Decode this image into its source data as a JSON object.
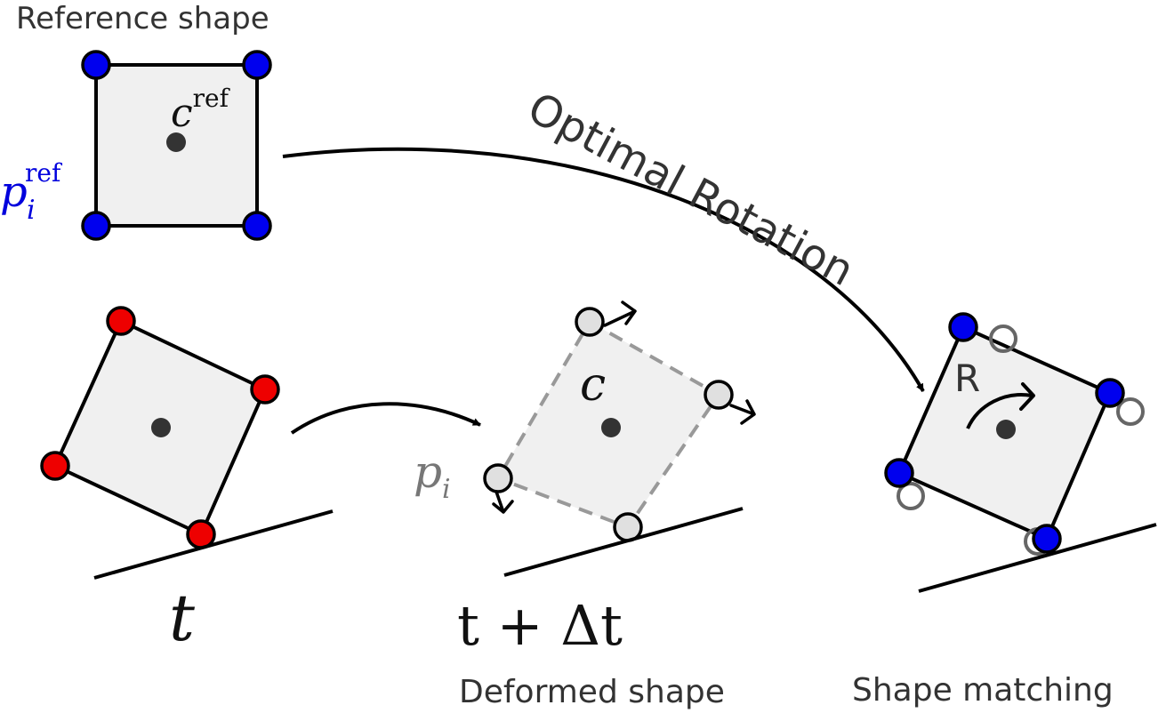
{
  "labels": {
    "reference_shape": "Reference shape",
    "optimal_rotation": "Optimal Rotation",
    "deformed_shape": "Deformed shape",
    "shape_matching": "Shape matching",
    "rotation": "R"
  },
  "math": {
    "c_ref_base": "c",
    "c_ref_sup": "ref",
    "p_ref_base": "p",
    "p_ref_sub": "i",
    "p_ref_sup": "ref",
    "time_t": "t",
    "time_t_dt": "t + Δt",
    "c_def": "c",
    "p_def_base": "p",
    "p_def_sub": "i"
  },
  "colors": {
    "reference_vertex": "#0000ee",
    "initial_vertex": "#ee0000",
    "deformed_vertex": "#e0e0e0",
    "shape_fill": "#f0f0f0",
    "ghost_vertex_stroke": "#666666",
    "p_ref_label": "#0000dd",
    "p_def_label": "#777777"
  }
}
